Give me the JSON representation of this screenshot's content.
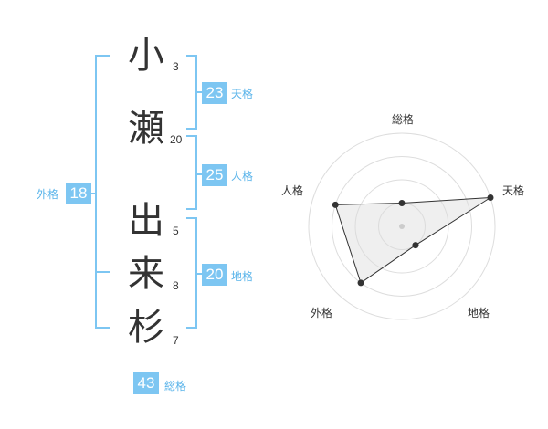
{
  "characters": [
    {
      "kanji": "小",
      "strokes": "3"
    },
    {
      "kanji": "瀬",
      "strokes": "20"
    },
    {
      "kanji": "出",
      "strokes": "5"
    },
    {
      "kanji": "来",
      "strokes": "8"
    },
    {
      "kanji": "杉",
      "strokes": "7"
    }
  ],
  "fortune": {
    "tenkaku": {
      "label": "天格",
      "value": "23"
    },
    "jinkaku": {
      "label": "人格",
      "value": "25"
    },
    "chikaku": {
      "label": "地格",
      "value": "20"
    },
    "gaikaku": {
      "label": "外格",
      "value": "18"
    },
    "soukaku": {
      "label": "総格",
      "value": "43"
    }
  },
  "colors": {
    "accent": "#7dc6f2",
    "label": "#5ab4ea",
    "text": "#333333"
  },
  "chart_data": {
    "type": "radar",
    "axes": [
      "総格",
      "天格",
      "地格",
      "外格",
      "人格"
    ],
    "values": [
      1,
      4,
      1,
      3,
      3
    ],
    "range": [
      0,
      4
    ],
    "rings": 4
  }
}
